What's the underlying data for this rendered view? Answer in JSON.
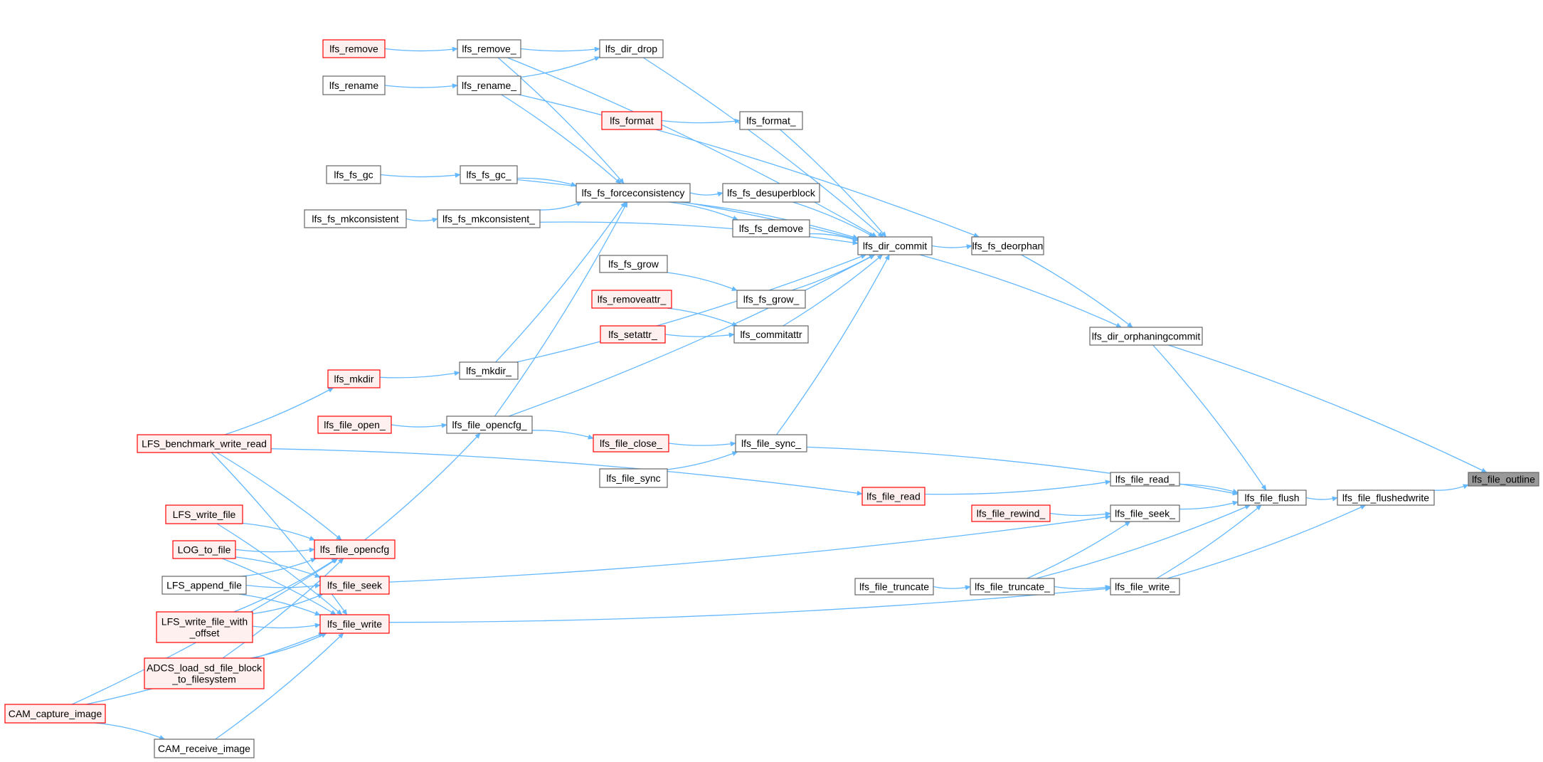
{
  "colors": {
    "edge": "#63b8ff",
    "node_fill": "#ffffff",
    "node_stroke": "#666666",
    "red_fill": "#fff0f0",
    "red_stroke": "#ff0000",
    "focus_fill": "#999999",
    "text": "#000000"
  },
  "nodes": [
    {
      "id": "lfs_file_outline",
      "label": "lfs_file_outline",
      "style": "focus"
    },
    {
      "id": "lfs_file_flushedwrite",
      "label": "lfs_file_flushedwrite",
      "style": "plain"
    },
    {
      "id": "lfs_file_flush",
      "label": "lfs_file_flush",
      "style": "plain"
    },
    {
      "id": "lfs_dir_orphaningcommit",
      "label": "lfs_dir_orphaningcommit",
      "style": "plain"
    },
    {
      "id": "lfs_fs_deorphan",
      "label": "lfs_fs_deorphan",
      "style": "plain"
    },
    {
      "id": "lfs_dir_commit",
      "label": "lfs_dir_commit",
      "style": "plain"
    },
    {
      "id": "lfs_file_read_",
      "label": "lfs_file_read_",
      "style": "plain"
    },
    {
      "id": "lfs_file_seek_",
      "label": "lfs_file_seek_",
      "style": "plain"
    },
    {
      "id": "lfs_file_write_",
      "label": "lfs_file_write_",
      "style": "plain"
    },
    {
      "id": "lfs_file_truncate_",
      "label": "lfs_file_truncate_",
      "style": "plain"
    },
    {
      "id": "lfs_file_truncate",
      "label": "lfs_file_truncate",
      "style": "plain"
    },
    {
      "id": "lfs_file_rewind_",
      "label": "lfs_file_rewind_",
      "style": "red"
    },
    {
      "id": "lfs_file_read",
      "label": "lfs_file_read",
      "style": "red"
    },
    {
      "id": "lfs_file_sync_",
      "label": "lfs_file_sync_",
      "style": "plain"
    },
    {
      "id": "lfs_file_sync",
      "label": "lfs_file_sync",
      "style": "plain"
    },
    {
      "id": "lfs_file_close_",
      "label": "lfs_file_close_",
      "style": "red"
    },
    {
      "id": "lfs_file_opencfg_",
      "label": "lfs_file_opencfg_",
      "style": "plain"
    },
    {
      "id": "lfs_file_open_",
      "label": "lfs_file_open_",
      "style": "red"
    },
    {
      "id": "lfs_mkdir_",
      "label": "lfs_mkdir_",
      "style": "plain"
    },
    {
      "id": "lfs_mkdir",
      "label": "lfs_mkdir",
      "style": "red"
    },
    {
      "id": "lfs_commitattr",
      "label": "lfs_commitattr",
      "style": "plain"
    },
    {
      "id": "lfs_setattr_",
      "label": "lfs_setattr_",
      "style": "red"
    },
    {
      "id": "lfs_removeattr_",
      "label": "lfs_removeattr_",
      "style": "red"
    },
    {
      "id": "lfs_fs_grow_",
      "label": "lfs_fs_grow_",
      "style": "plain"
    },
    {
      "id": "lfs_fs_grow",
      "label": "lfs_fs_grow",
      "style": "plain"
    },
    {
      "id": "lfs_fs_demove",
      "label": "lfs_fs_demove",
      "style": "plain"
    },
    {
      "id": "lfs_fs_desuperblock",
      "label": "lfs_fs_desuperblock",
      "style": "plain"
    },
    {
      "id": "lfs_fs_forceconsistency",
      "label": "lfs_fs_forceconsistency",
      "style": "plain"
    },
    {
      "id": "lfs_fs_mkconsistent_",
      "label": "lfs_fs_mkconsistent_",
      "style": "plain"
    },
    {
      "id": "lfs_fs_mkconsistent",
      "label": "lfs_fs_mkconsistent",
      "style": "plain"
    },
    {
      "id": "lfs_fs_gc_",
      "label": "lfs_fs_gc_",
      "style": "plain"
    },
    {
      "id": "lfs_fs_gc",
      "label": "lfs_fs_gc",
      "style": "plain"
    },
    {
      "id": "lfs_format_",
      "label": "lfs_format_",
      "style": "plain"
    },
    {
      "id": "lfs_format",
      "label": "lfs_format",
      "style": "red"
    },
    {
      "id": "lfs_rename_",
      "label": "lfs_rename_",
      "style": "plain"
    },
    {
      "id": "lfs_rename",
      "label": "lfs_rename",
      "style": "plain"
    },
    {
      "id": "lfs_remove_",
      "label": "lfs_remove_",
      "style": "plain"
    },
    {
      "id": "lfs_remove",
      "label": "lfs_remove",
      "style": "red"
    },
    {
      "id": "lfs_dir_drop",
      "label": "lfs_dir_drop",
      "style": "plain"
    },
    {
      "id": "LFS_benchmark_write_read",
      "label": "LFS_benchmark_write_read",
      "style": "red"
    },
    {
      "id": "lfs_file_opencfg",
      "label": "lfs_file_opencfg",
      "style": "red"
    },
    {
      "id": "lfs_file_seek",
      "label": "lfs_file_seek",
      "style": "red"
    },
    {
      "id": "lfs_file_write",
      "label": "lfs_file_write",
      "style": "red"
    },
    {
      "id": "LFS_write_file",
      "label": "LFS_write_file",
      "style": "red"
    },
    {
      "id": "LOG_to_file",
      "label": "LOG_to_file",
      "style": "red"
    },
    {
      "id": "LFS_append_file",
      "label": "LFS_append_file",
      "style": "plain"
    },
    {
      "id": "LFS_write_file_with_offset",
      "label": "LFS_write_file_with\n_offset",
      "style": "red"
    },
    {
      "id": "ADCS_load_sd_file_block_to_filesystem",
      "label": "ADCS_load_sd_file_block\n_to_filesystem",
      "style": "red"
    },
    {
      "id": "CAM_capture_image",
      "label": "CAM_capture_image",
      "style": "red"
    },
    {
      "id": "CAM_receive_image",
      "label": "CAM_receive_image",
      "style": "plain"
    }
  ],
  "edges": [
    [
      "lfs_file_flushedwrite",
      "lfs_file_outline"
    ],
    [
      "lfs_dir_orphaningcommit",
      "lfs_file_outline"
    ],
    [
      "lfs_file_flush",
      "lfs_file_flushedwrite"
    ],
    [
      "lfs_file_write_",
      "lfs_file_flushedwrite"
    ],
    [
      "lfs_dir_orphaningcommit",
      "lfs_file_flush"
    ],
    [
      "lfs_file_sync_",
      "lfs_file_flush"
    ],
    [
      "lfs_file_read_",
      "lfs_file_flush"
    ],
    [
      "lfs_file_seek_",
      "lfs_file_flush"
    ],
    [
      "lfs_file_truncate_",
      "lfs_file_flush"
    ],
    [
      "lfs_file_write_",
      "lfs_file_flush"
    ],
    [
      "lfs_dir_commit",
      "lfs_dir_orphaningcommit"
    ],
    [
      "lfs_fs_deorphan",
      "lfs_dir_orphaningcommit"
    ],
    [
      "lfs_dir_commit",
      "lfs_fs_deorphan"
    ],
    [
      "lfs_rename_",
      "lfs_fs_deorphan"
    ],
    [
      "lfs_remove_",
      "lfs_dir_commit"
    ],
    [
      "lfs_dir_drop",
      "lfs_dir_commit"
    ],
    [
      "lfs_fs_forceconsistency",
      "lfs_dir_commit"
    ],
    [
      "lfs_format_",
      "lfs_dir_commit"
    ],
    [
      "lfs_fs_gc_",
      "lfs_dir_commit"
    ],
    [
      "lfs_fs_desuperblock",
      "lfs_dir_commit"
    ],
    [
      "lfs_fs_demove",
      "lfs_dir_commit"
    ],
    [
      "lfs_fs_mkconsistent_",
      "lfs_dir_commit"
    ],
    [
      "lfs_fs_grow_",
      "lfs_dir_commit"
    ],
    [
      "lfs_commitattr",
      "lfs_dir_commit"
    ],
    [
      "lfs_mkdir_",
      "lfs_dir_commit"
    ],
    [
      "lfs_file_opencfg_",
      "lfs_dir_commit"
    ],
    [
      "lfs_file_sync_",
      "lfs_dir_commit"
    ],
    [
      "lfs_file_read",
      "lfs_file_read_"
    ],
    [
      "lfs_file_rewind_",
      "lfs_file_seek_"
    ],
    [
      "lfs_file_seek",
      "lfs_file_seek_"
    ],
    [
      "lfs_file_truncate_",
      "lfs_file_seek_"
    ],
    [
      "lfs_file_truncate",
      "lfs_file_truncate_"
    ],
    [
      "lfs_file_truncate_",
      "lfs_file_write_"
    ],
    [
      "lfs_file_write",
      "lfs_file_write_"
    ],
    [
      "lfs_file_close_",
      "lfs_file_sync_"
    ],
    [
      "lfs_file_sync",
      "lfs_file_sync_"
    ],
    [
      "lfs_file_opencfg_",
      "lfs_file_close_"
    ],
    [
      "lfs_file_open_",
      "lfs_file_opencfg_"
    ],
    [
      "lfs_file_opencfg",
      "lfs_file_opencfg_"
    ],
    [
      "lfs_mkdir",
      "lfs_mkdir_"
    ],
    [
      "LFS_benchmark_write_read",
      "lfs_mkdir"
    ],
    [
      "lfs_setattr_",
      "lfs_commitattr"
    ],
    [
      "lfs_removeattr_",
      "lfs_commitattr"
    ],
    [
      "lfs_fs_grow",
      "lfs_fs_grow_"
    ],
    [
      "lfs_fs_forceconsistency",
      "lfs_fs_demove"
    ],
    [
      "lfs_fs_forceconsistency",
      "lfs_fs_desuperblock"
    ],
    [
      "lfs_remove_",
      "lfs_fs_forceconsistency"
    ],
    [
      "lfs_rename_",
      "lfs_fs_forceconsistency"
    ],
    [
      "lfs_fs_gc_",
      "lfs_fs_forceconsistency"
    ],
    [
      "lfs_fs_mkconsistent_",
      "lfs_fs_forceconsistency"
    ],
    [
      "lfs_mkdir_",
      "lfs_fs_forceconsistency"
    ],
    [
      "lfs_file_opencfg_",
      "lfs_fs_forceconsistency"
    ],
    [
      "lfs_fs_mkconsistent",
      "lfs_fs_mkconsistent_"
    ],
    [
      "lfs_fs_gc",
      "lfs_fs_gc_"
    ],
    [
      "lfs_format",
      "lfs_format_"
    ],
    [
      "lfs_rename",
      "lfs_rename_"
    ],
    [
      "lfs_remove",
      "lfs_remove_"
    ],
    [
      "lfs_rename_",
      "lfs_dir_drop"
    ],
    [
      "lfs_remove_",
      "lfs_dir_drop"
    ],
    [
      "LFS_benchmark_write_read",
      "lfs_file_read"
    ],
    [
      "LFS_benchmark_write_read",
      "lfs_file_opencfg"
    ],
    [
      "LFS_benchmark_write_read",
      "lfs_file_write"
    ],
    [
      "LFS_write_file",
      "lfs_file_opencfg"
    ],
    [
      "LFS_write_file",
      "lfs_file_write"
    ],
    [
      "LOG_to_file",
      "lfs_file_opencfg"
    ],
    [
      "LOG_to_file",
      "lfs_file_seek"
    ],
    [
      "LOG_to_file",
      "lfs_file_write"
    ],
    [
      "LFS_append_file",
      "lfs_file_opencfg"
    ],
    [
      "LFS_append_file",
      "lfs_file_seek"
    ],
    [
      "LFS_append_file",
      "lfs_file_write"
    ],
    [
      "LFS_write_file_with_offset",
      "lfs_file_opencfg"
    ],
    [
      "LFS_write_file_with_offset",
      "lfs_file_seek"
    ],
    [
      "LFS_write_file_with_offset",
      "lfs_file_write"
    ],
    [
      "ADCS_load_sd_file_block_to_filesystem",
      "lfs_file_opencfg"
    ],
    [
      "ADCS_load_sd_file_block_to_filesystem",
      "lfs_file_write"
    ],
    [
      "CAM_capture_image",
      "lfs_file_opencfg"
    ],
    [
      "CAM_capture_image",
      "lfs_file_write"
    ],
    [
      "CAM_capture_image",
      "CAM_receive_image"
    ],
    [
      "CAM_receive_image",
      "lfs_file_write"
    ]
  ]
}
